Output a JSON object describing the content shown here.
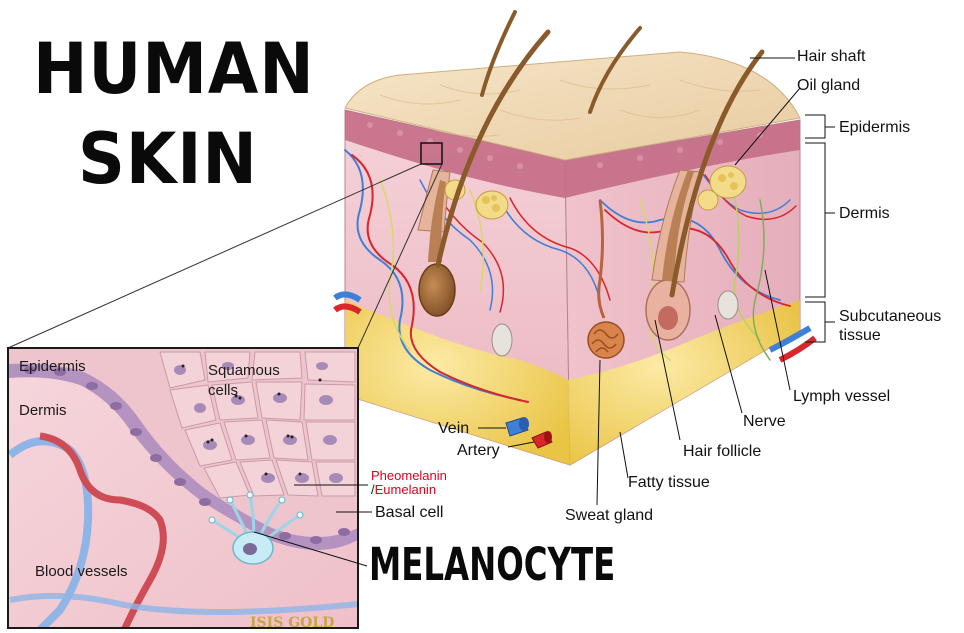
{
  "title": {
    "line1": "HUMAN",
    "line2": "SKIN"
  },
  "labels": {
    "hair_shaft": "Hair shaft",
    "oil_gland": "Oil gland",
    "epidermis": "Epidermis",
    "dermis": "Dermis",
    "subcutaneous_1": "Subcutaneous",
    "subcutaneous_2": "tissue",
    "lymph_vessel": "Lymph vessel",
    "nerve": "Nerve",
    "hair_follicle": "Hair follicle",
    "fatty_tissue": "Fatty tissue",
    "sweat_gland": "Sweat gland",
    "vein": "Vein",
    "artery": "Artery"
  },
  "inset": {
    "epidermis": "Epidermis",
    "dermis": "Dermis",
    "squamous_1": "Squamous",
    "squamous_2": "cells",
    "pheomelanin": "Pheomelanin",
    "slash": "/",
    "eumelanin": "Eumelanin",
    "basal_cell": "Basal cell",
    "blood_vessels": "Blood vessels",
    "watermark": "ISIS GOLD"
  },
  "melanocyte": "MELANOCYTE",
  "colors": {
    "skin_top": "#f2dcb6",
    "epidermis": "#c46b86",
    "dermis": "#f2c5cf",
    "fat": "#f3d94a",
    "vein": "#3f7fd6",
    "artery": "#d9262b",
    "hair": "#8a5a2b",
    "accent_red": "#e0001b"
  }
}
